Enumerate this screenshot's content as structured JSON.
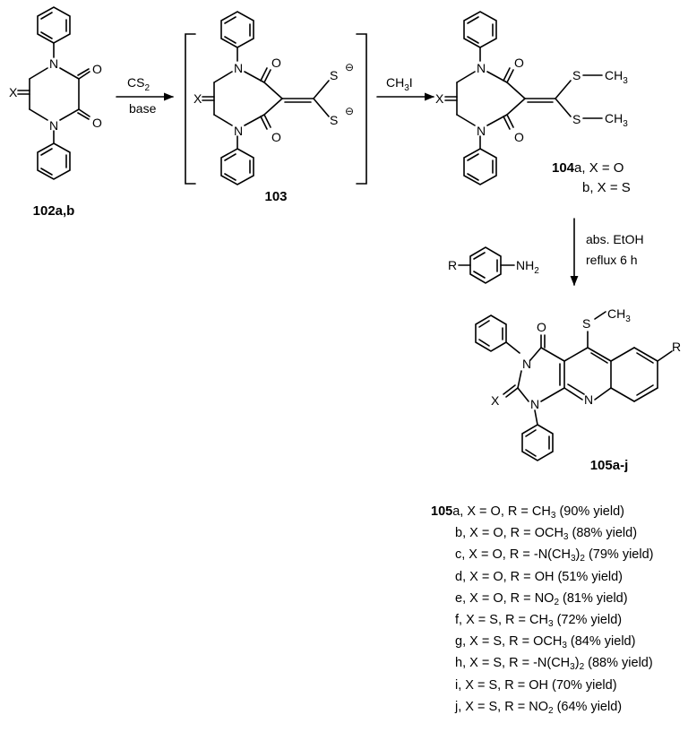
{
  "compounds": {
    "start": {
      "id": "102a,b"
    },
    "intermediate": {
      "id": "103"
    },
    "methylated": {
      "id": "104",
      "a": "a, X = O",
      "b": "b, X = S"
    },
    "product": {
      "id": "105a-j"
    }
  },
  "atoms": {
    "n": "N",
    "x": "X",
    "s": "S",
    "charge": "⊖",
    "ch3": "CH",
    "ch3_sub": "3",
    "r": "R",
    "nh": "NH",
    "nh_sub": "2"
  },
  "arrows": {
    "step1": {
      "top": "CS",
      "top_sub": "2",
      "bottom": "base"
    },
    "step2": {
      "top": "CH",
      "top_sub": "3",
      "top_end": "I"
    },
    "step3": {
      "line1": "abs. EtOH",
      "line2": "reflux 6 h"
    }
  },
  "yields": [
    {
      "id": "105",
      "letter": "a",
      "x": "O",
      "r": "CH",
      "r_sub": "3",
      "r_tail": "",
      "yield": "(90% yield)"
    },
    {
      "id": "",
      "letter": "b",
      "x": "O",
      "r": "OCH",
      "r_sub": "3",
      "r_tail": "",
      "yield": "(88% yield)"
    },
    {
      "id": "",
      "letter": "c",
      "x": "O",
      "r": "-N(CH",
      "r_sub": "3",
      "r_tail": ")",
      "r_sub2": "2",
      "yield": "(79% yield)"
    },
    {
      "id": "",
      "letter": "d",
      "x": "O",
      "r": "OH",
      "r_sub": "",
      "r_tail": "",
      "yield": "(51% yield)"
    },
    {
      "id": "",
      "letter": "e",
      "x": "O",
      "r": "NO",
      "r_sub": "2",
      "r_tail": "",
      "yield": "(81% yield)"
    },
    {
      "id": "",
      "letter": "f",
      "x": "S",
      "r": "CH",
      "r_sub": "3",
      "r_tail": "",
      "yield": "(72% yield)"
    },
    {
      "id": "",
      "letter": "g",
      "x": "S",
      "r": "OCH",
      "r_sub": "3",
      "r_tail": "",
      "yield": "(84% yield)"
    },
    {
      "id": "",
      "letter": "h",
      "x": "S",
      "r": "-N(CH",
      "r_sub": "3",
      "r_tail": ")",
      "r_sub2": "2",
      "yield": "(88% yield)"
    },
    {
      "id": "",
      "letter": "i",
      "x": "S",
      "r": "OH",
      "r_sub": "",
      "r_tail": "",
      "yield": "(70% yield)"
    },
    {
      "id": "",
      "letter": "j",
      "x": "S",
      "r": "NO",
      "r_sub": "2",
      "r_tail": "",
      "yield": "(64% yield)"
    }
  ]
}
